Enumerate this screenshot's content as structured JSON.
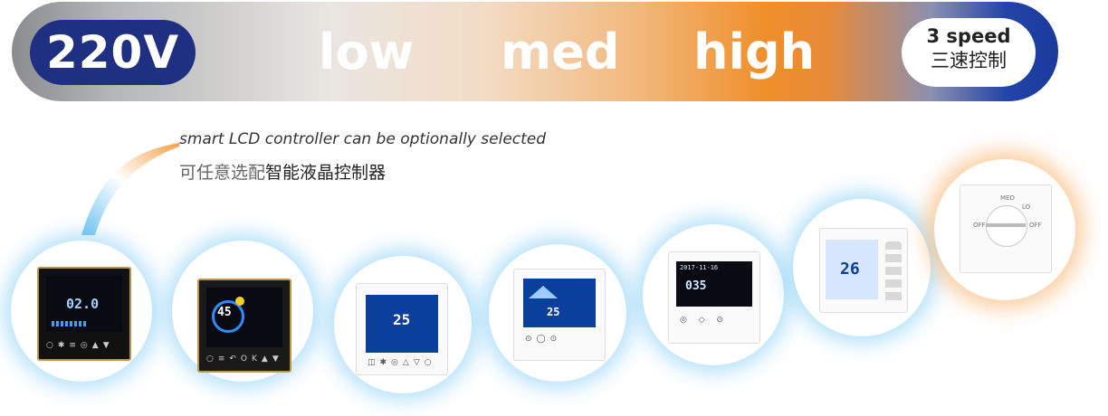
{
  "banner": {
    "voltage": "220V",
    "speeds": [
      "low",
      "med",
      "high"
    ],
    "speed_badge": {
      "line1": "3 speed",
      "line2": "三速控制"
    }
  },
  "caption": {
    "english": "smart LCD controller can be optionally selected",
    "chinese_light": "可任意选配",
    "chinese_dark": "智能液晶控制器"
  },
  "devices": [
    {
      "name": "black-glass-controller",
      "display": "02.0"
    },
    {
      "name": "black-glass-controller-2",
      "display": "45"
    },
    {
      "name": "white-blue-lcd-controller",
      "display": "25"
    },
    {
      "name": "white-house-lcd-controller",
      "display": "25"
    },
    {
      "name": "white-black-lcd-controller",
      "display": "035",
      "date": "2017-11-16"
    },
    {
      "name": "white-side-button-controller",
      "display": "26"
    },
    {
      "name": "white-rotary-switch",
      "labels": [
        "MED",
        "LO",
        "OFF",
        "OFF"
      ]
    }
  ],
  "colors": {
    "navy": "#1f2f82",
    "orange": "#ef8f2a",
    "blue_lcd": "#0b3f9c"
  }
}
